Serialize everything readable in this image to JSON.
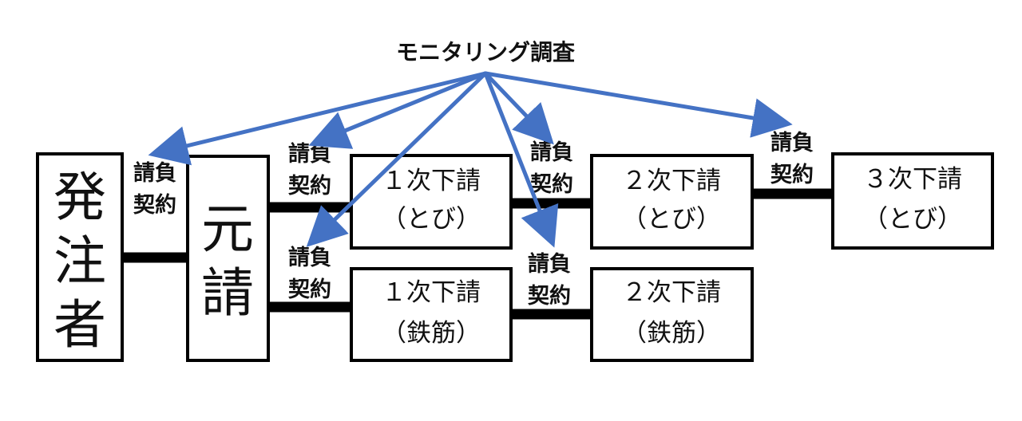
{
  "title": "モニタリング調査",
  "entities": {
    "client_chars": [
      "発",
      "注",
      "者"
    ],
    "prime_chars": [
      "元",
      "請"
    ],
    "sub1_tobi": {
      "line1": "１次下請",
      "line2": "（とび）"
    },
    "sub2_tobi": {
      "line1": "２次下請",
      "line2": "（とび）"
    },
    "sub3_tobi": {
      "line1": "３次下請",
      "line2": "（とび）"
    },
    "sub1_steel": {
      "line1": "１次下請",
      "line2": "（鉄筋）"
    },
    "sub2_steel": {
      "line1": "２次下請",
      "line2": "（鉄筋）"
    }
  },
  "contract_label": {
    "line1": "請負",
    "line2": "契約"
  },
  "colors": {
    "arrow": "#4472C4",
    "border": "#000000",
    "text": "#111111"
  }
}
